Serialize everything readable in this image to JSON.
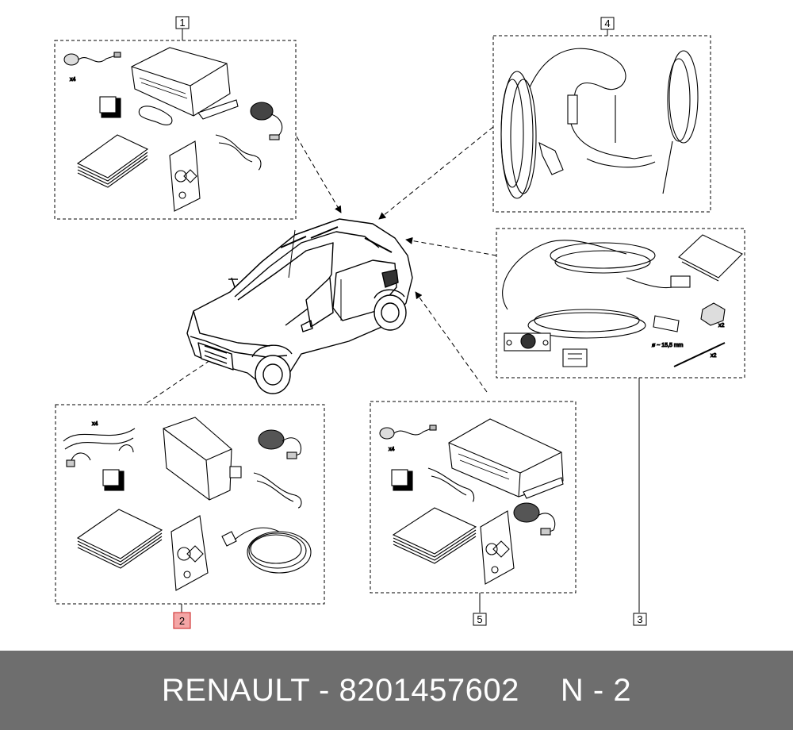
{
  "diagram": {
    "callouts": [
      {
        "id": "1",
        "label": "1",
        "highlighted": false
      },
      {
        "id": "2",
        "label": "2",
        "highlighted": true
      },
      {
        "id": "3",
        "label": "3",
        "highlighted": false
      },
      {
        "id": "4",
        "label": "4",
        "highlighted": false
      },
      {
        "id": "5",
        "label": "5",
        "highlighted": false
      }
    ],
    "annotations": {
      "kit1_qty": "x4",
      "kit2_qty": "x4",
      "kit5_qty": "x4",
      "kit3_nut_qty": "x2",
      "kit3_tie_qty": "x2",
      "kit3_diameter": "ø ~ 15,5 mm"
    },
    "highlight_color": "#f4a6a6",
    "highlight_border": "#d23c3c"
  },
  "footer": {
    "part_text": "RENAULT - 8201457602",
    "position_text": "N - 2"
  }
}
